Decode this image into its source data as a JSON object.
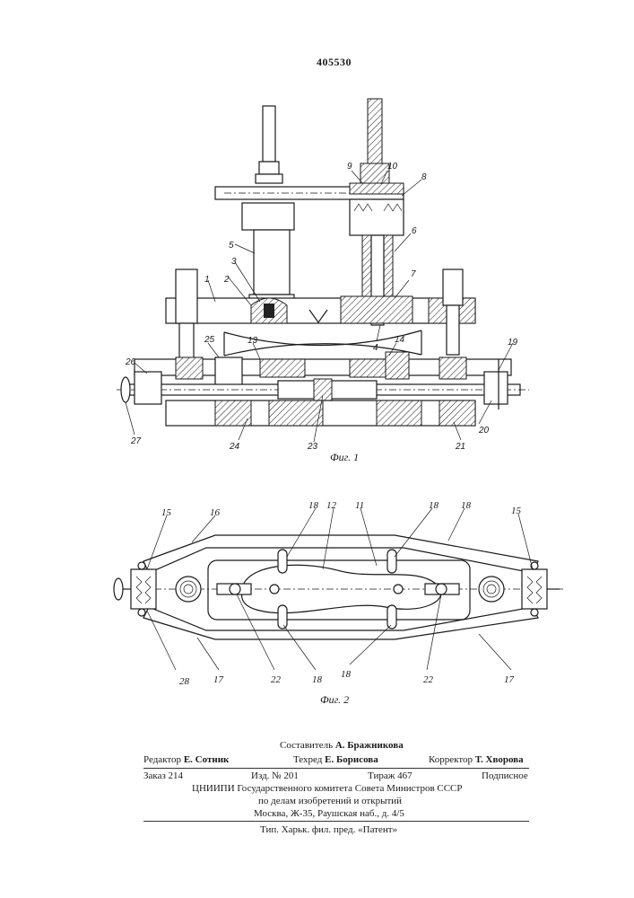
{
  "patent_number": "405530",
  "figure1": {
    "caption": "Фиг. 1",
    "labels": {
      "l1": "1",
      "l2": "2",
      "l3": "3",
      "l4": "4",
      "l5": "5",
      "l6": "6",
      "l7": "7",
      "l8": "8",
      "l9": "9",
      "l10": "10",
      "l13": "13",
      "l14": "14",
      "l19": "19",
      "l20": "20",
      "l21": "21",
      "l23": "23",
      "l24": "24",
      "l25": "25",
      "l26": "26",
      "l27": "27"
    }
  },
  "figure2": {
    "caption": "Фиг. 2",
    "labels": {
      "l15a": "15",
      "l16": "16",
      "l18a": "18",
      "l12": "12",
      "l11": "11",
      "l18b": "18",
      "l18c": "18",
      "l15b": "15",
      "l28": "28",
      "l17a": "17",
      "l22a": "22",
      "l18d": "18",
      "l18e": "18",
      "l22b": "22",
      "l17b": "17"
    }
  },
  "imprint": {
    "compiler_label": "Составитель",
    "compiler_name": "А. Бражникова",
    "editor_label": "Редактор",
    "editor_name": "Е. Сотник",
    "techred_label": "Техред",
    "techred_name": "Е. Борисова",
    "corrector_label": "Корректор",
    "corrector_name": "Т. Хворова",
    "order": "Заказ 214",
    "edition": "Изд. № 201",
    "print_run": "Тираж 467",
    "subscription": "Подписное",
    "org_line1": "ЦНИИПИ Государственного комитета Совета Министров СССР",
    "org_line2": "по делам изобретений и открытий",
    "org_line3": "Москва, Ж-35, Раушская наб., д. 4/5",
    "printer": "Тип. Харьк. фил. пред. «Патент»"
  }
}
